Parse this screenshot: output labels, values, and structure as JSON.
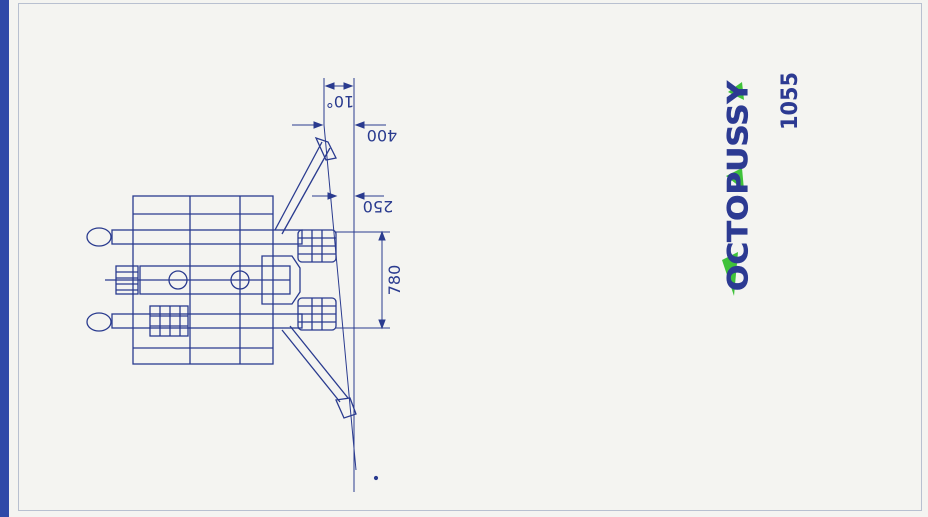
{
  "dimensions": {
    "angle": "10°",
    "d400": "400",
    "d250": "250",
    "d780": "780"
  },
  "brand": {
    "name": "OCTOPUSSY",
    "model": "1055",
    "colors": {
      "primary": "#2c3a92",
      "accent": "#3fc23a"
    }
  },
  "colors": {
    "line": "#2a3b8f",
    "border": "#2f49a8",
    "background": "#f4f4f1"
  }
}
